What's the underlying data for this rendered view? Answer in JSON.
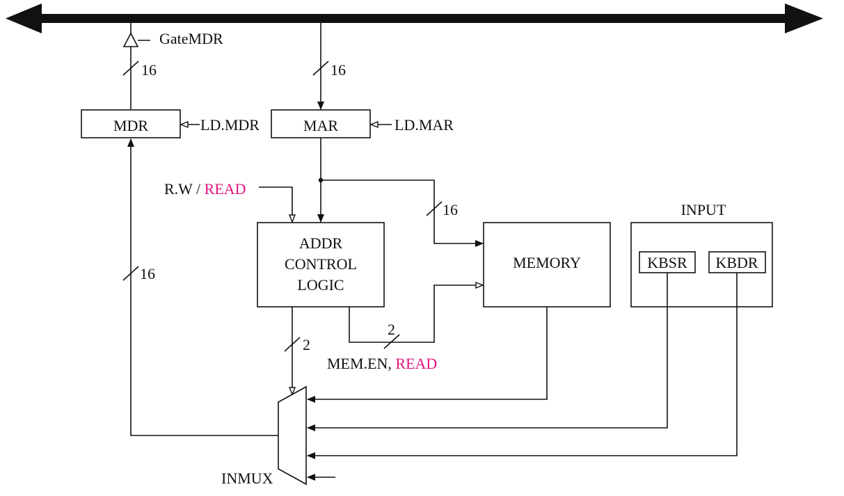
{
  "labels": {
    "gate_mdr": "GateMDR",
    "ld_mdr": "LD.MDR",
    "ld_mar": "LD.MAR",
    "rw": "R.W / ",
    "rw_read": "READ",
    "mem_en": "MEM.EN, ",
    "mem_en_read": "READ",
    "input": "INPUT",
    "inmux": "INMUX"
  },
  "blocks": {
    "mdr": "MDR",
    "mar": "MAR",
    "addr_control_logic": [
      "ADDR",
      "CONTROL",
      "LOGIC"
    ],
    "memory": "MEMORY",
    "kbsr": "KBSR",
    "kbdr": "KBDR"
  },
  "bus_widths": {
    "gate_mdr": "16",
    "bus_to_mar": "16",
    "mar_to_memory": "16",
    "inmux_to_mdr": "16",
    "addr_to_inmux": "2",
    "mem_en": "2"
  },
  "colors": {
    "highlight": "#e0147d",
    "line": "#111111"
  }
}
